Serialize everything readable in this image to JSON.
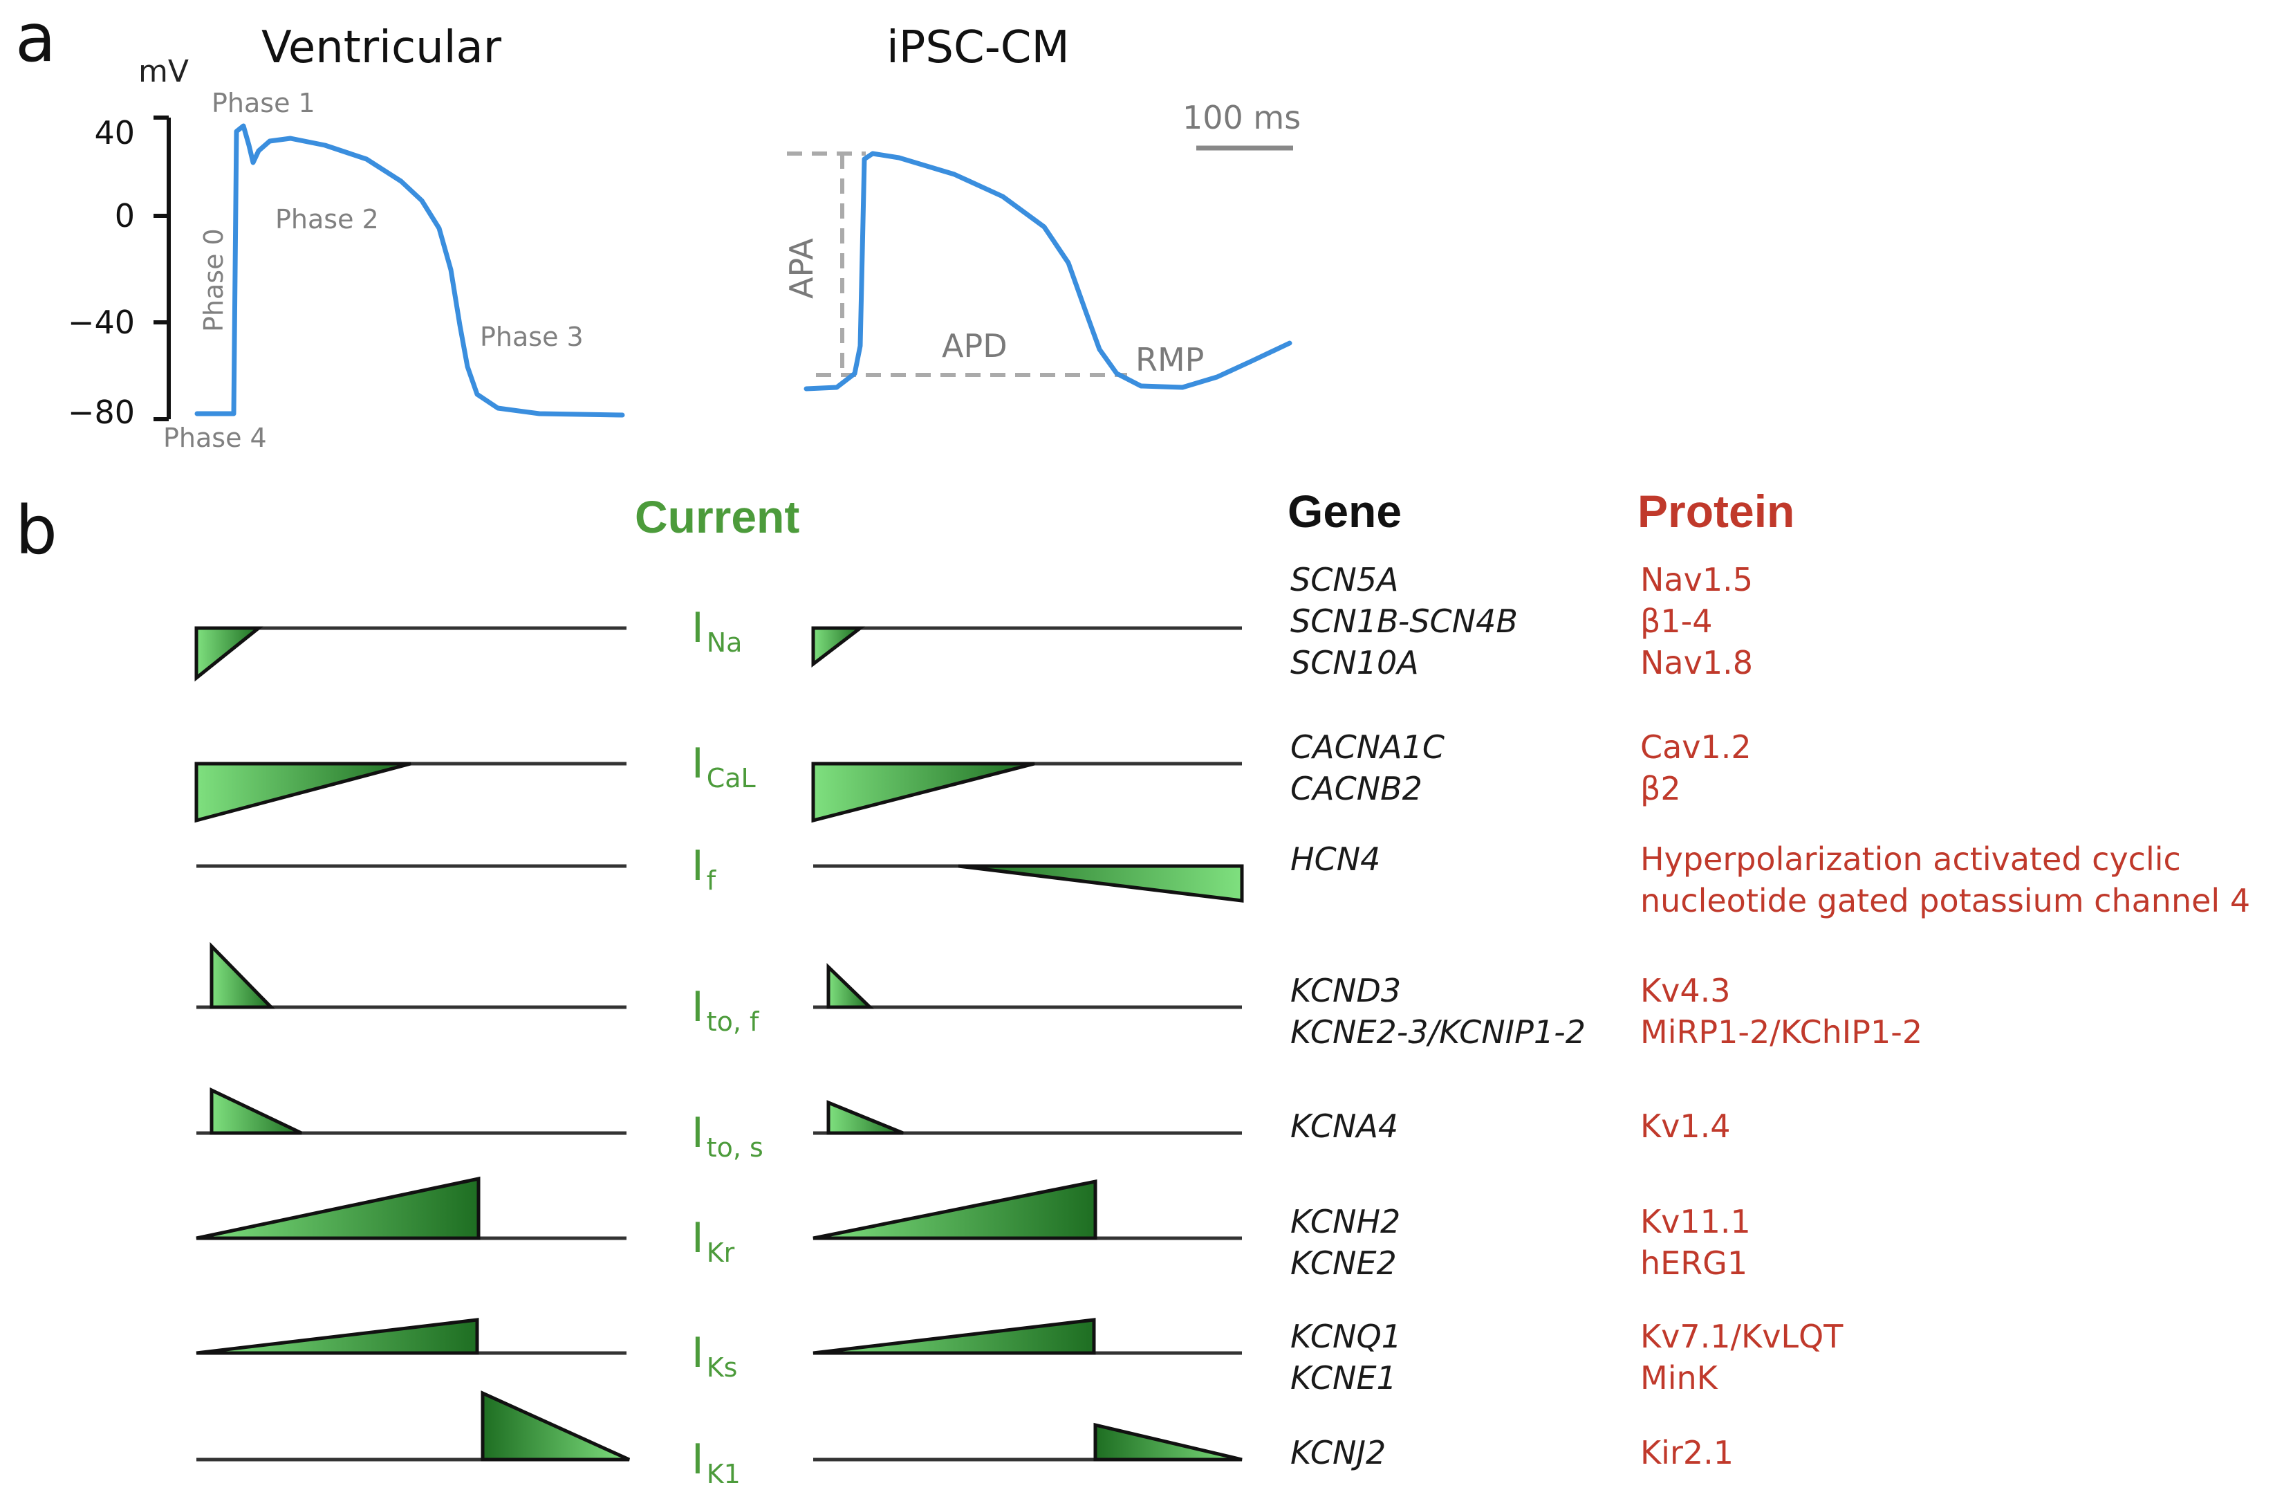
{
  "colors": {
    "trace": "#3a8ede",
    "current_header": "#4c9b3b",
    "gene_header": "#111111",
    "protein_header": "#c0392b",
    "protein_text": "#c0392b",
    "current_label": "#4c9b3b",
    "triangle_light": "#7fe07f",
    "triangle_dark": "#1e6e22"
  },
  "panel_a": {
    "letter": "a",
    "ventricular": {
      "title": "Ventricular",
      "unit": "mV",
      "ticks": [
        "40",
        "0",
        "−40",
        "−80"
      ],
      "phases": [
        "Phase 1",
        "Phase 2",
        "Phase 3",
        "Phase 4",
        "Phase 0"
      ]
    },
    "ipsc": {
      "title": "iPSC-CM",
      "scale_bar": "100 ms",
      "apa": "APA",
      "apd": "APD",
      "rmp": "RMP"
    }
  },
  "panel_b": {
    "letter": "b",
    "headers": {
      "current": "Current",
      "gene": "Gene",
      "protein": "Protein"
    },
    "rows": [
      {
        "main": "I",
        "sub": "Na",
        "genes": [
          "SCN5A",
          "SCN1B-SCN4B",
          "SCN10A"
        ],
        "proteins": [
          "Nav1.5",
          "β1-4",
          "Nav1.8"
        ],
        "ventricular_relative_size": 0.3,
        "ipsc_relative_size": 0.22
      },
      {
        "main": "I",
        "sub": "CaL",
        "genes": [
          "CACNA1C",
          "CACNB2"
        ],
        "proteins": [
          "Cav1.2",
          "β2"
        ],
        "ventricular_relative_size": 0.55,
        "ipsc_relative_size": 0.5
      },
      {
        "main": "I",
        "sub": "f",
        "genes": [
          "HCN4"
        ],
        "proteins": [
          "Hyperpolarization activated cyclic",
          "nucleotide gated potassium channel 4"
        ],
        "ventricular_relative_size": 0,
        "ipsc_relative_size": 0.4
      },
      {
        "main": "I",
        "sub": "to, f",
        "genes": [
          "KCND3",
          "KCNE2-3/KCNIP1-2"
        ],
        "proteins": [
          "Kv4.3",
          "MiRP1-2/KChIP1-2"
        ],
        "ventricular_relative_size": 0.6,
        "ipsc_relative_size": 0.3
      },
      {
        "main": "I",
        "sub": "to, s",
        "genes": [
          "KCNA4"
        ],
        "proteins": [
          "Kv1.4"
        ],
        "ventricular_relative_size": 0.45,
        "ipsc_relative_size": 0.35
      },
      {
        "main": "I",
        "sub": "Kr",
        "genes": [
          "KCNH2",
          "KCNE2"
        ],
        "proteins": [
          "Kv11.1",
          "hERG1"
        ],
        "ventricular_relative_size": 0.65,
        "ipsc_relative_size": 0.65
      },
      {
        "main": "I",
        "sub": "Ks",
        "genes": [
          "KCNQ1",
          "KCNE1"
        ],
        "proteins": [
          "Kv7.1/KvLQT",
          "MinK"
        ],
        "ventricular_relative_size": 0.45,
        "ipsc_relative_size": 0.45
      },
      {
        "main": "I",
        "sub": "K1",
        "genes": [
          "KCNJ2"
        ],
        "proteins": [
          "Kir2.1"
        ],
        "ventricular_relative_size": 0.8,
        "ipsc_relative_size": 0.45
      }
    ]
  }
}
